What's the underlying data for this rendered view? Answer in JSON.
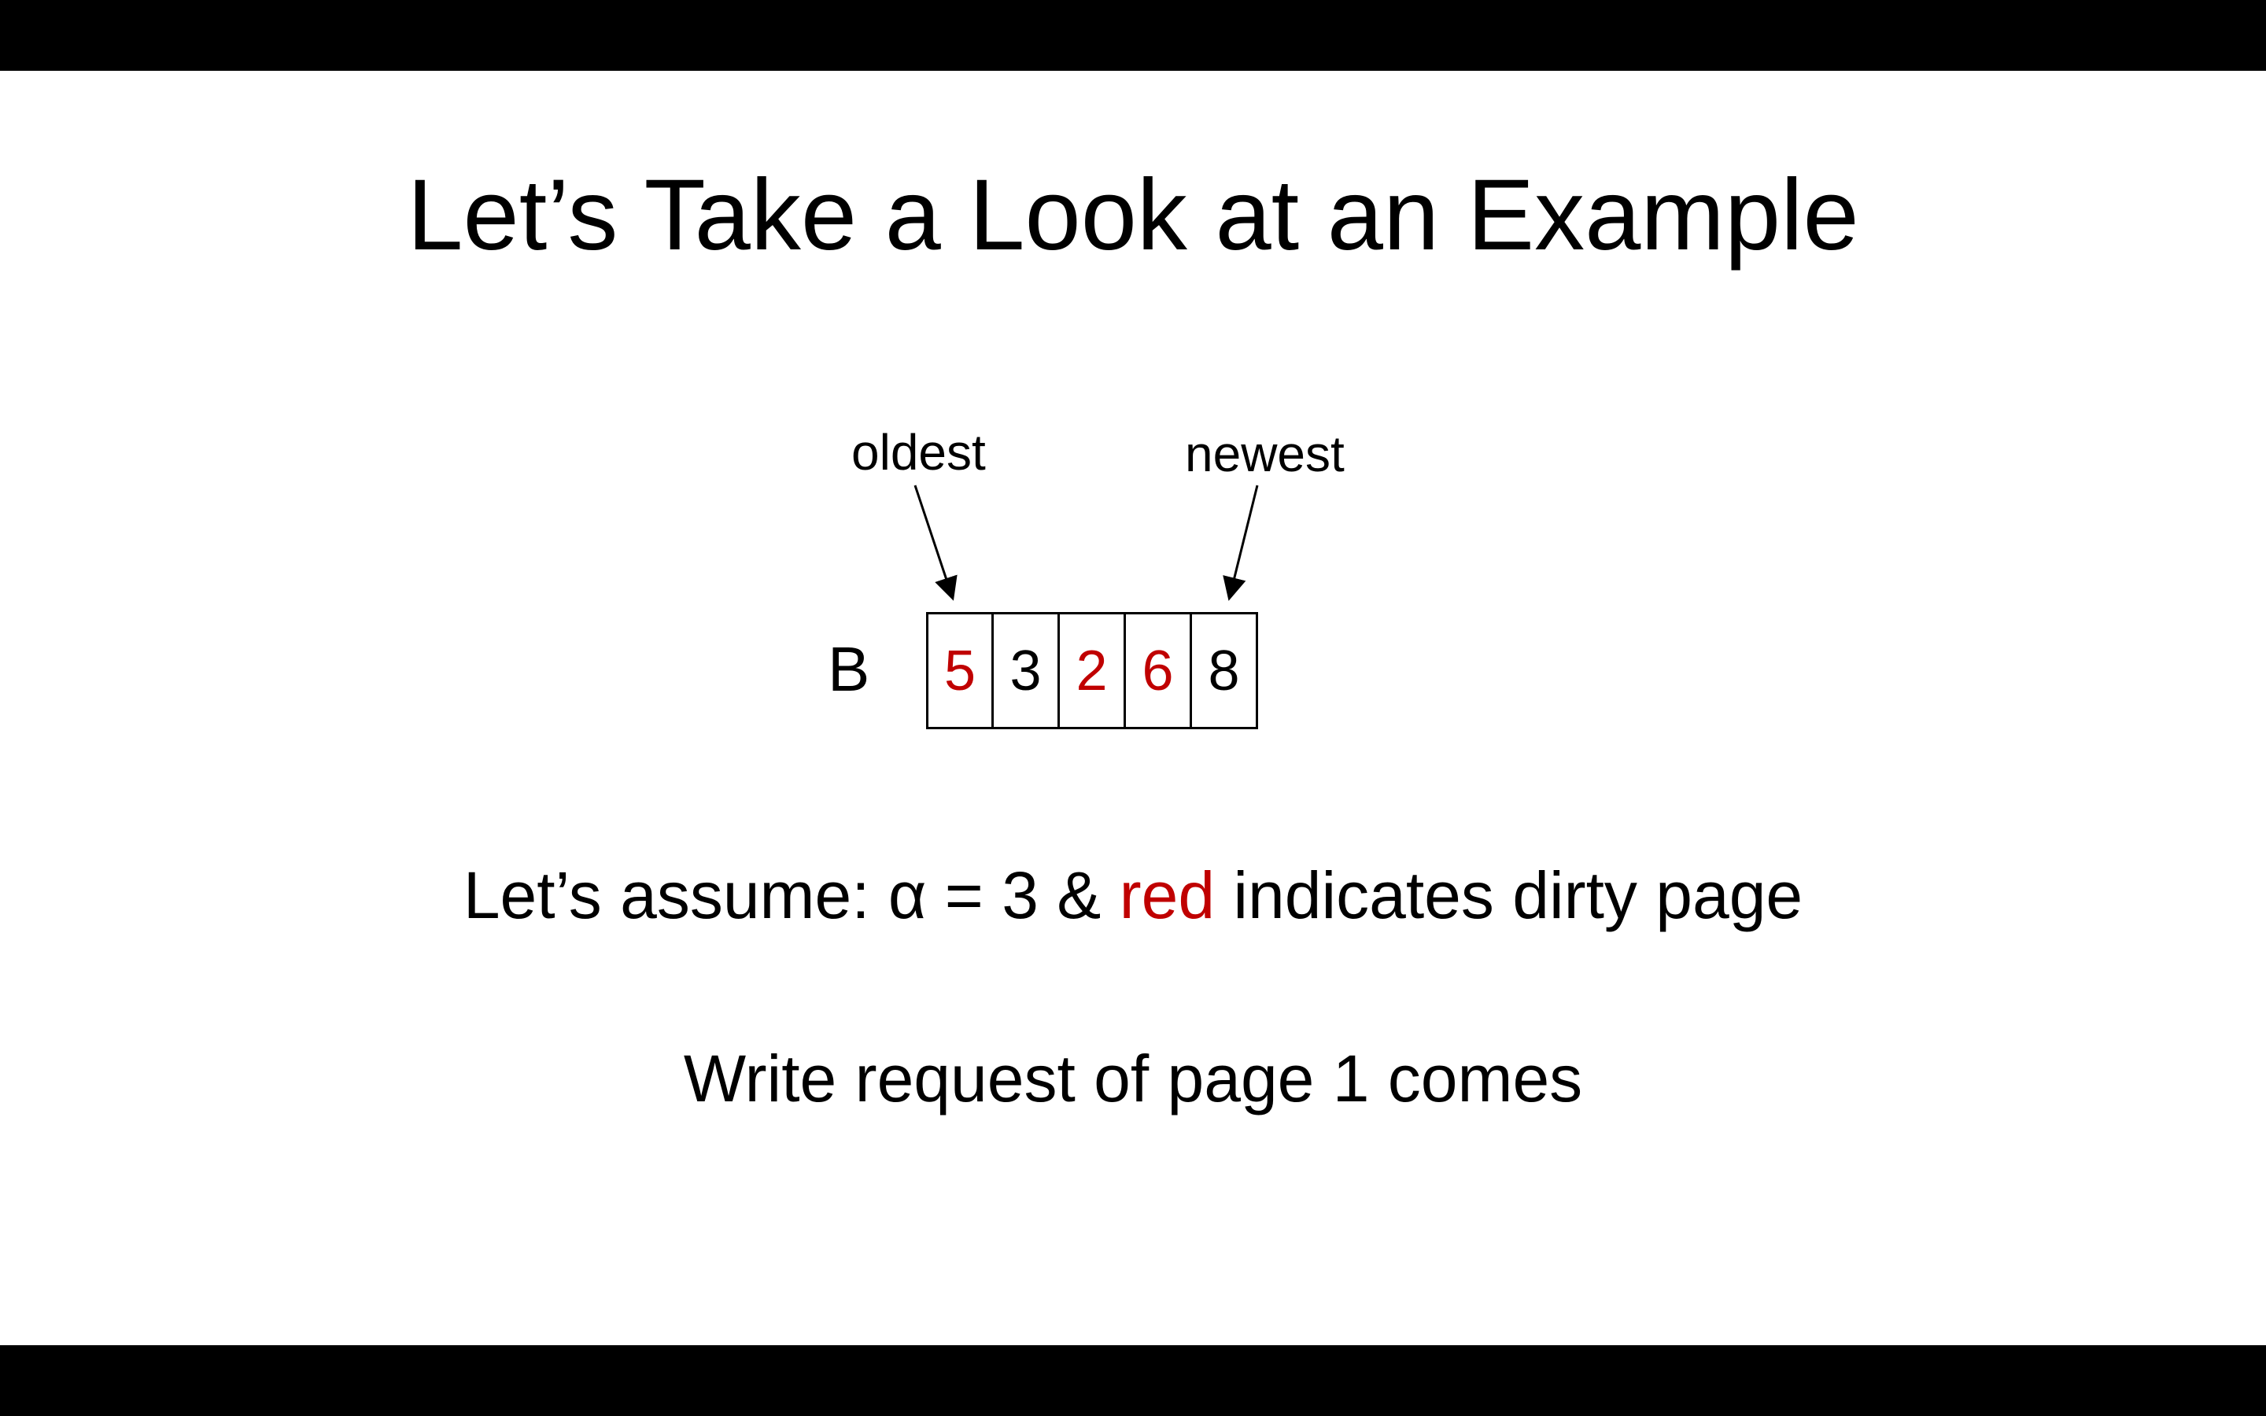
{
  "slide": {
    "title": "Let’s Take a Look at an Example",
    "diagram": {
      "oldest_label": "oldest",
      "newest_label": "newest",
      "buffer_name": "B",
      "cells": [
        {
          "value": "5",
          "dirty": true
        },
        {
          "value": "3",
          "dirty": false
        },
        {
          "value": "2",
          "dirty": true
        },
        {
          "value": "6",
          "dirty": true
        },
        {
          "value": "8",
          "dirty": false
        }
      ]
    },
    "assumption": {
      "prefix": "Let’s assume: ",
      "alpha": "α",
      "equals": " = 3 & ",
      "red_word": "red",
      "suffix": " indicates dirty page"
    },
    "request": "Write request of page 1 comes"
  },
  "colors": {
    "background": "#ffffff",
    "letterbox": "#000000",
    "text": "#000000",
    "dirty": "#c00000"
  }
}
